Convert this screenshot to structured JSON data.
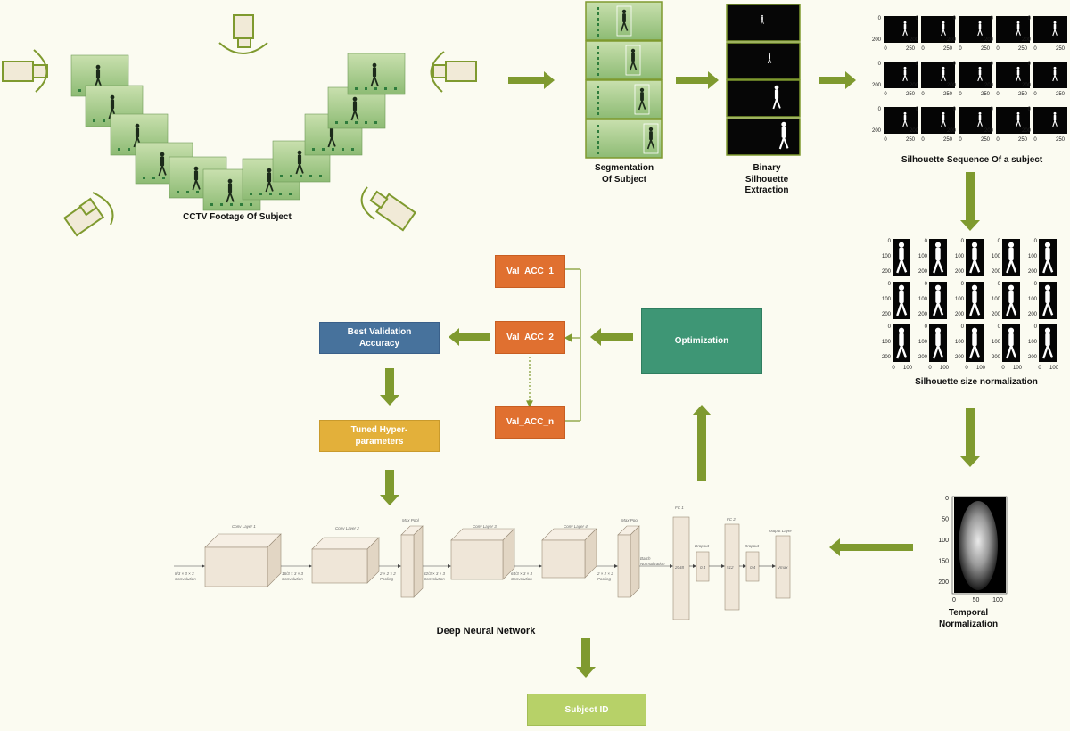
{
  "colors": {
    "arrow": "#7f9a2f",
    "background": "#fbfbf1",
    "frame_green": "#9dc283",
    "orange": "#e07030",
    "blue": "#47729c",
    "yellow": "#e3b03a",
    "teal": "#3e9675",
    "lime": "#b7d168"
  },
  "captions": {
    "cctv": "CCTV Footage Of Subject",
    "segmentation": "Segmentation\nOf Subject",
    "binary": "Binary\nSilhouette\nExtraction",
    "sequence": "Silhouette Sequence Of a subject",
    "size_norm": "Silhouette size normalization",
    "temporal": "Temporal\nNormalization",
    "dnn": "Deep Neural Network"
  },
  "boxes": {
    "val_acc_1": "Val_ACC_1",
    "val_acc_2": "Val_ACC_2",
    "val_acc_n": "Val_ACC_n",
    "best_val": "Best Validation\nAccuracy",
    "tuned": "Tuned Hyper-\nparameters",
    "optimization": "Optimization",
    "subject_id": "Subject ID"
  },
  "sequence_ticks": {
    "y": [
      "0",
      "200"
    ],
    "x": [
      "0",
      "250"
    ]
  },
  "size_norm_ticks": {
    "y": [
      "0",
      "100",
      "200"
    ],
    "x": [
      "0",
      "100"
    ]
  },
  "temporal_ticks": {
    "y": [
      "0",
      "50",
      "100",
      "150",
      "200"
    ],
    "x": [
      "0",
      "50",
      "100"
    ]
  },
  "dnn_labels": {
    "conv1": "Conv Layer 1",
    "conv2": "Conv Layer 2",
    "pool1": "Max Pool",
    "conv3": "Conv Layer 3",
    "conv4": "Conv Layer 4",
    "pool2": "Max Pool",
    "fc1": "FC 1",
    "dropout1": "Dropout",
    "fc2": "FC 2",
    "dropout2": "Dropout",
    "output": "Output Layer",
    "in1": "8/3 × 3 × 3\nConvolution",
    "in2": "16/3 × 3 × 3\nConvolution",
    "in3": "2 × 2 × 2\nPooling",
    "in4": "32/3 × 3 × 3\nConvolution",
    "in5": "64/3 × 3 × 3\nConvolution",
    "in6": "2 × 2 × 2\nPooling",
    "bn": "Batch\nNormalization",
    "fc1_val": "2048",
    "d1_val": "0.4",
    "fc2_val": "512",
    "d2_val": "0.4",
    "out_val": "Vmax"
  }
}
